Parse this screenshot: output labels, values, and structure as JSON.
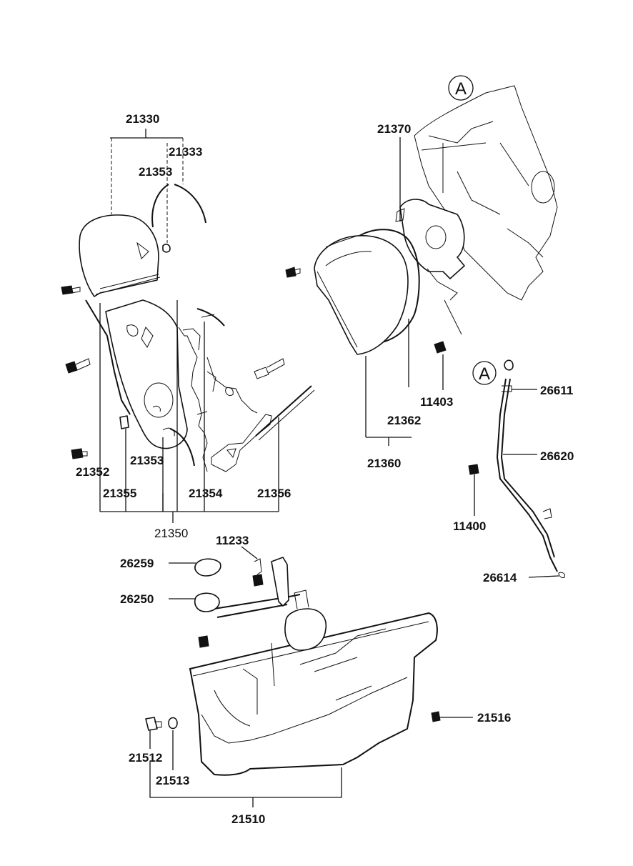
{
  "labels": {
    "p21330": "21330",
    "p21333": "21333",
    "p21353_top": "21353",
    "p21352": "21352",
    "p21355": "21355",
    "p21353_bottom": "21353",
    "p21354": "21354",
    "p21356": "21356",
    "p21350": "21350",
    "p21370": "21370",
    "p11403": "11403",
    "p21362": "21362",
    "p21360": "21360",
    "p26611": "26611",
    "p26620": "26620",
    "p11400": "11400",
    "p26614": "26614",
    "p11233": "11233",
    "p26259": "26259",
    "p26250": "26250",
    "p21516": "21516",
    "p21512": "21512",
    "p21513": "21513",
    "p21510": "21510"
  },
  "markers": {
    "ref_a_top": "A",
    "ref_a_side": "A"
  }
}
